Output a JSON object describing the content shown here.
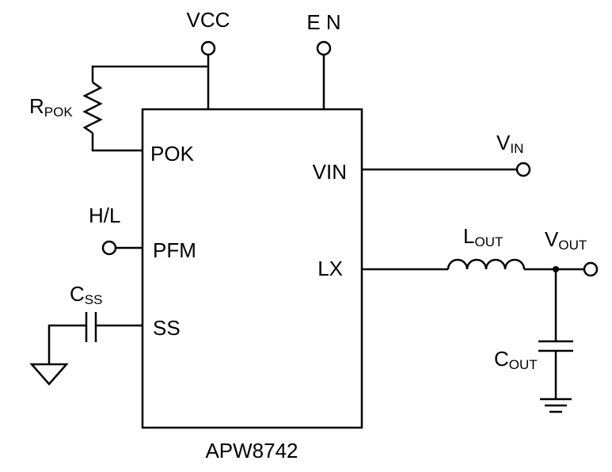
{
  "chip": {
    "name": "APW8742",
    "pins": {
      "pok": "POK",
      "pfm": "PFM",
      "ss": "SS",
      "vin": "VIN",
      "lx": "LX"
    }
  },
  "nets": {
    "vcc": "VCC",
    "en": "E N",
    "hl": "H/L",
    "vin": {
      "main": "V",
      "sub": "IN"
    },
    "vout": {
      "main": "V",
      "sub": "OUT"
    }
  },
  "components": {
    "rpok": {
      "main": "R",
      "sub": "POK"
    },
    "css": {
      "main": "C",
      "sub": "SS"
    },
    "lout": {
      "main": "L",
      "sub": "OUT"
    },
    "cout": {
      "main": "C",
      "sub": "OUT"
    }
  }
}
